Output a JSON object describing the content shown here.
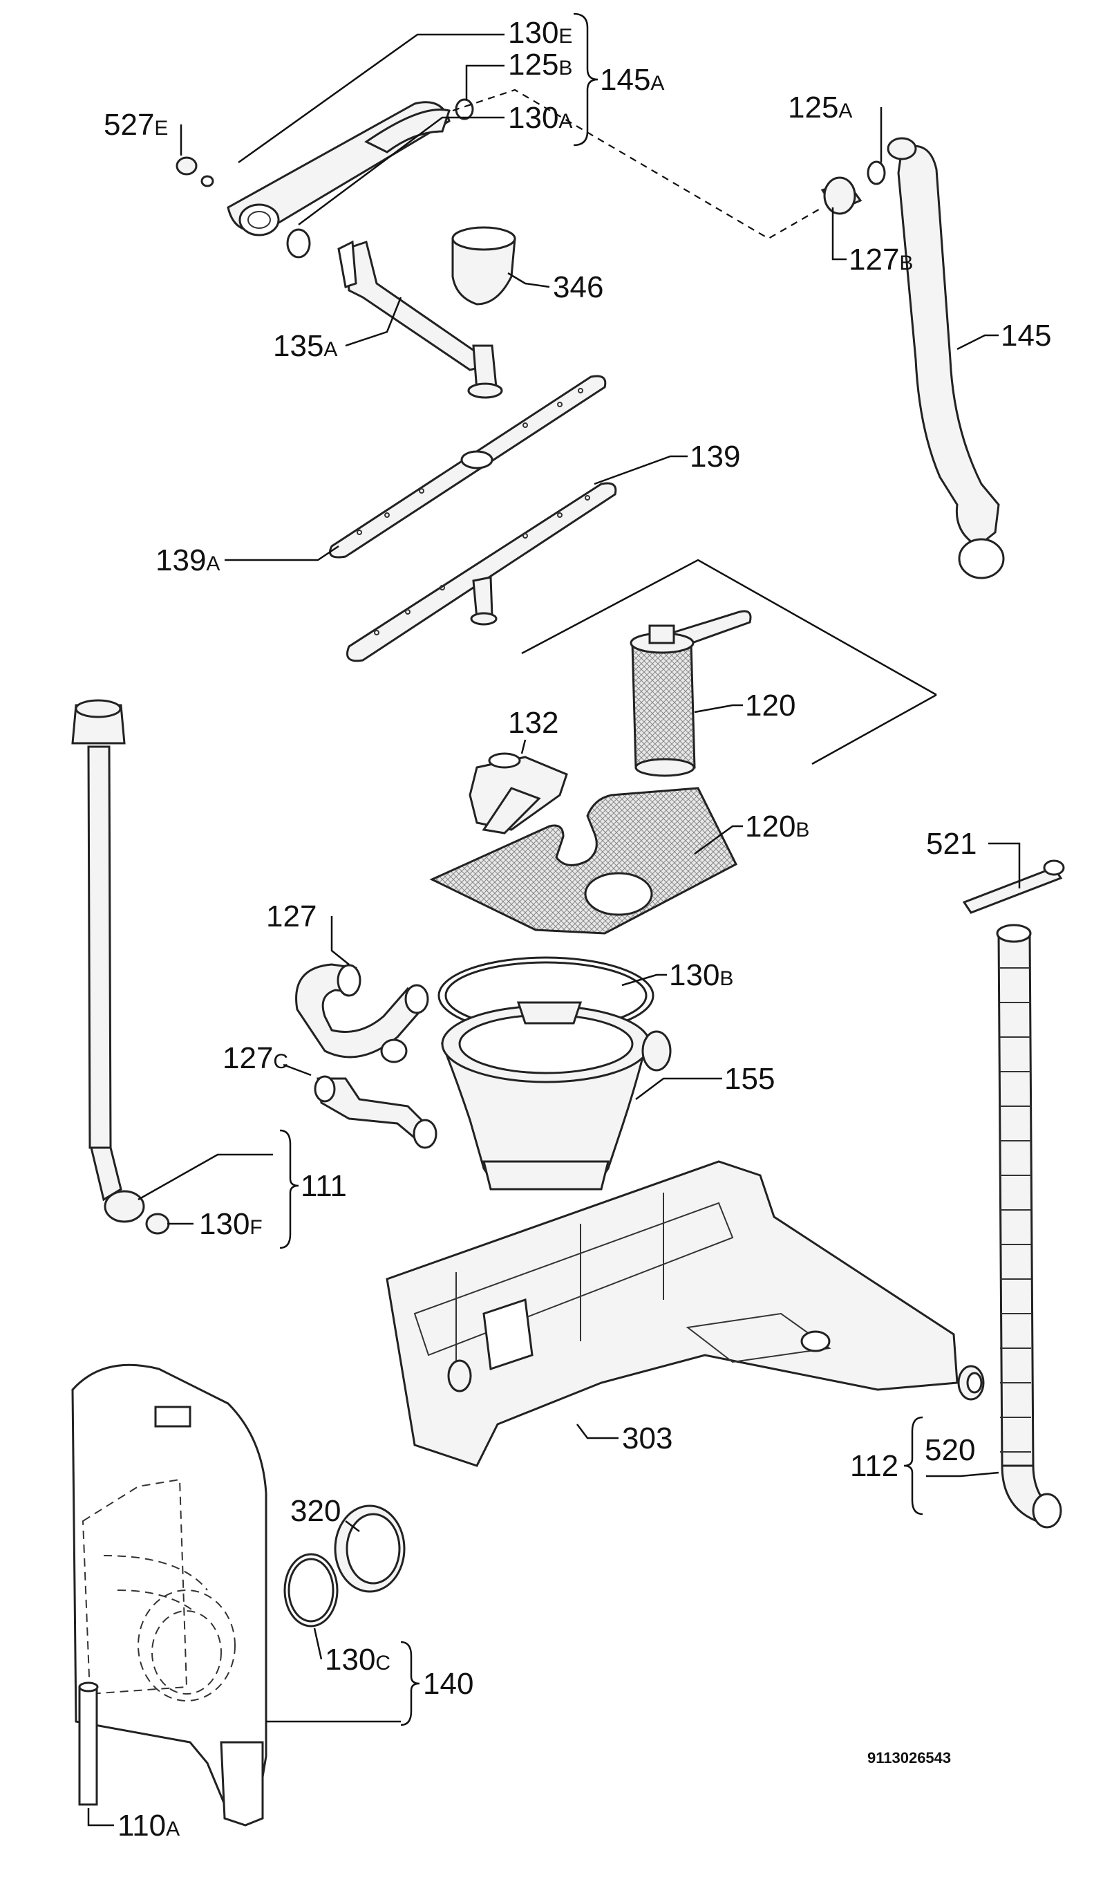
{
  "document_number": "9113026543",
  "labels": [
    {
      "id": "l130e",
      "num": "130",
      "suf": "E"
    },
    {
      "id": "l125b",
      "num": "125",
      "suf": "B"
    },
    {
      "id": "l145a",
      "num": "145",
      "suf": "A"
    },
    {
      "id": "l130a",
      "num": "130",
      "suf": "A"
    },
    {
      "id": "l527e",
      "num": "527",
      "suf": "E"
    },
    {
      "id": "l125a",
      "num": "125",
      "suf": "A"
    },
    {
      "id": "l127b",
      "num": "127",
      "suf": "B"
    },
    {
      "id": "l346",
      "num": "346",
      "suf": ""
    },
    {
      "id": "l135a",
      "num": "135",
      "suf": "A"
    },
    {
      "id": "l145",
      "num": "145",
      "suf": ""
    },
    {
      "id": "l139",
      "num": "139",
      "suf": ""
    },
    {
      "id": "l139a",
      "num": "139",
      "suf": "A"
    },
    {
      "id": "l132",
      "num": "132",
      "suf": ""
    },
    {
      "id": "l120",
      "num": "120",
      "suf": ""
    },
    {
      "id": "l120b",
      "num": "120",
      "suf": "B"
    },
    {
      "id": "l521",
      "num": "521",
      "suf": ""
    },
    {
      "id": "l127",
      "num": "127",
      "suf": ""
    },
    {
      "id": "l130b",
      "num": "130",
      "suf": "B"
    },
    {
      "id": "l127c",
      "num": "127",
      "suf": "C"
    },
    {
      "id": "l155",
      "num": "155",
      "suf": ""
    },
    {
      "id": "l111",
      "num": "111",
      "suf": ""
    },
    {
      "id": "l130f",
      "num": "130",
      "suf": "F"
    },
    {
      "id": "l303",
      "num": "303",
      "suf": ""
    },
    {
      "id": "l112",
      "num": "112",
      "suf": ""
    },
    {
      "id": "l520",
      "num": "520",
      "suf": ""
    },
    {
      "id": "l320",
      "num": "320",
      "suf": ""
    },
    {
      "id": "l130c",
      "num": "130",
      "suf": "C"
    },
    {
      "id": "l140",
      "num": "140",
      "suf": ""
    },
    {
      "id": "l110a",
      "num": "110",
      "suf": "A"
    }
  ]
}
